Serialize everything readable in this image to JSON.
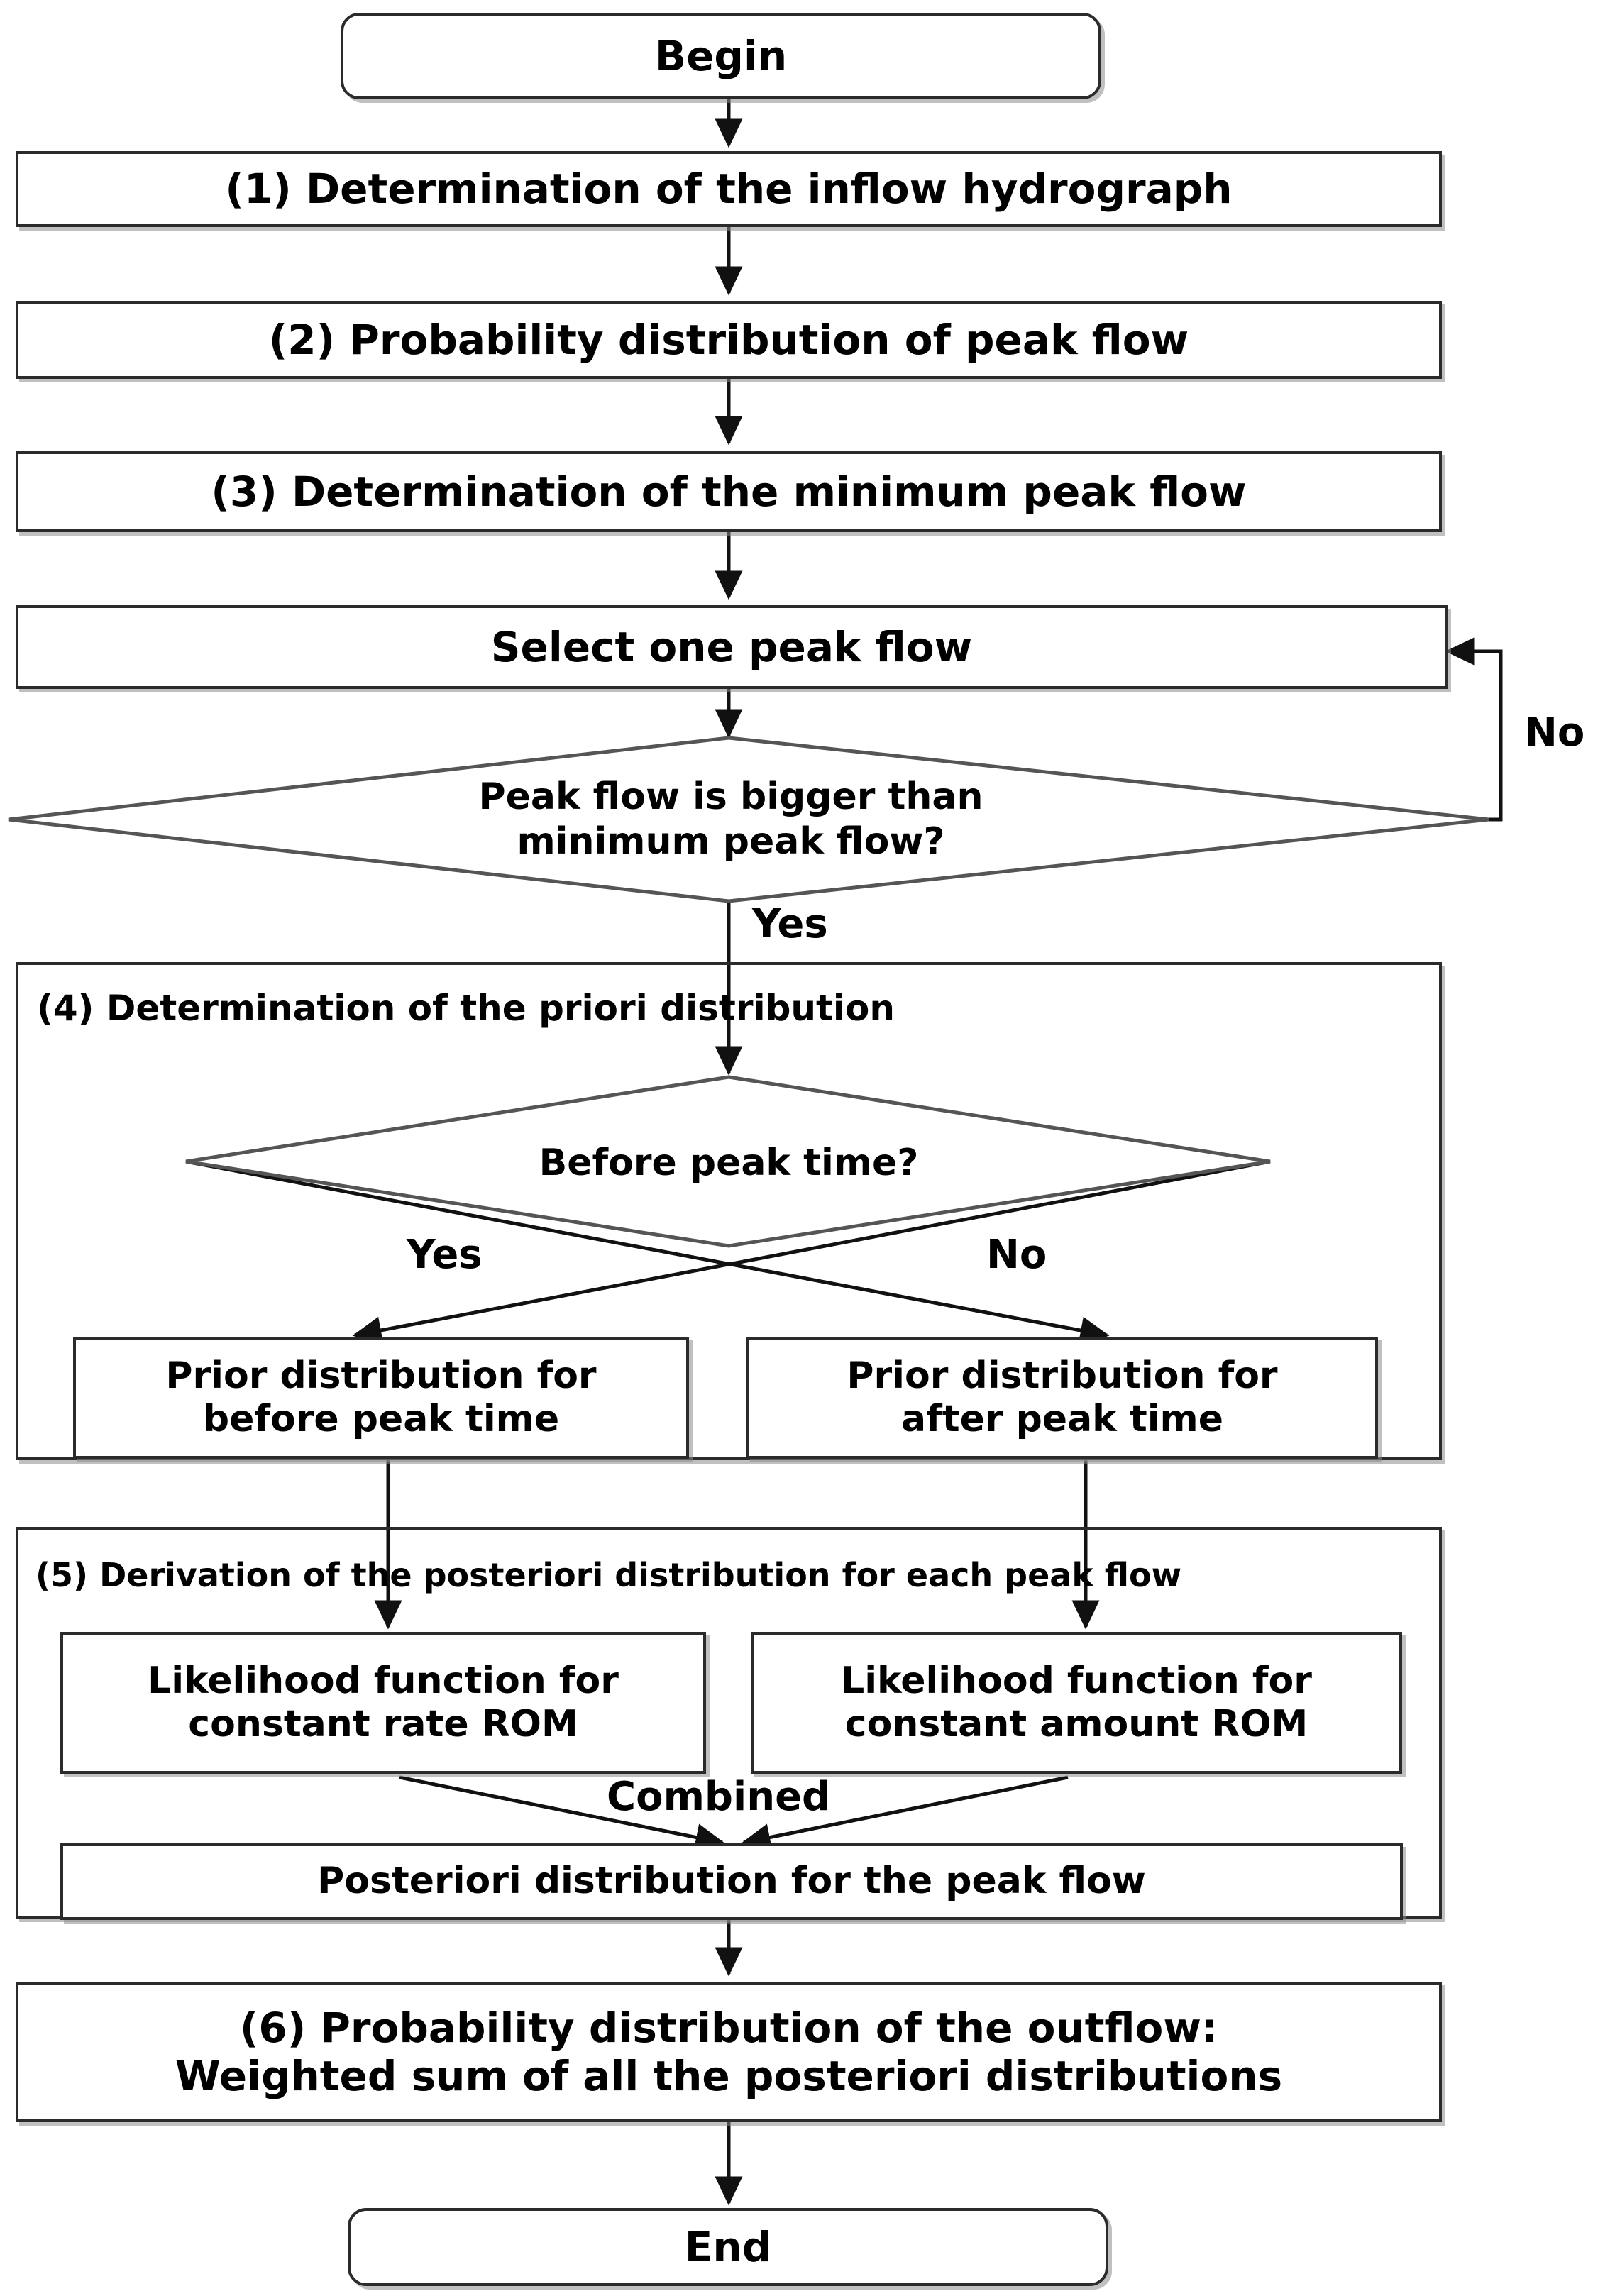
{
  "diagram": {
    "title": "Bayesian reservoir outflow probability flowchart",
    "colors": {
      "stroke": "#2b2b2b",
      "shadow": "#8c8c8c",
      "text": "#000000",
      "background": "#ffffff"
    },
    "nodes": {
      "begin": {
        "label": "Begin",
        "shape": "terminator"
      },
      "step1": {
        "label": "(1) Determination of the inflow hydrograph",
        "shape": "process"
      },
      "step2": {
        "label": "(2) Probability distribution of peak flow",
        "shape": "process"
      },
      "step3": {
        "label": "(3) Determination of the minimum peak flow",
        "shape": "process"
      },
      "select_peak": {
        "label": "Select one peak flow",
        "shape": "process"
      },
      "decision_peak": {
        "line1": "Peak flow is bigger than",
        "line2": "minimum peak flow?",
        "shape": "decision"
      },
      "section4": {
        "label": "(4) Determination of the priori distribution",
        "shape": "group"
      },
      "decision_time": {
        "label": "Before peak time?",
        "shape": "decision"
      },
      "prior_before": {
        "line1": "Prior distribution for",
        "line2": "before peak time",
        "shape": "process"
      },
      "prior_after": {
        "line1": "Prior distribution for",
        "line2": "after peak time",
        "shape": "process"
      },
      "section5": {
        "label": "(5) Derivation of the posteriori distribution for each peak flow",
        "shape": "group"
      },
      "likelihood_rate": {
        "line1": "Likelihood function for",
        "line2": "constant rate ROM",
        "shape": "process"
      },
      "likelihood_amount": {
        "line1": "Likelihood function for",
        "line2": "constant amount ROM",
        "shape": "process"
      },
      "posteriori": {
        "label": "Posteriori distribution for the peak flow",
        "shape": "process"
      },
      "step6": {
        "line1": "(6) Probability distribution of the outflow:",
        "line2": "Weighted sum of all the posteriori distributions",
        "shape": "process"
      },
      "end": {
        "label": "End",
        "shape": "terminator"
      }
    },
    "edge_labels": {
      "loop_no": "No",
      "peak_yes": "Yes",
      "time_yes": "Yes",
      "time_no": "No",
      "combined": "Combined"
    }
  }
}
